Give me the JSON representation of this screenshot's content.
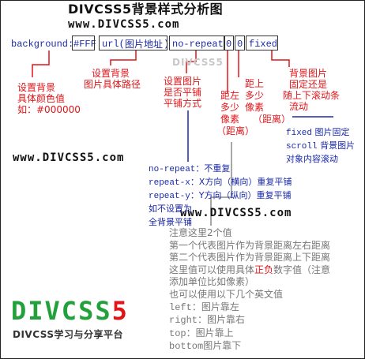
{
  "diagram": {
    "title": "DIVCSS5背景样式分析图",
    "watermark": "www.DIVCSS5.com",
    "watermark_faint": "DIVCSS5",
    "code": {
      "prop": "background:",
      "color": "#FFF",
      "url_a": "url(",
      "url_b": "图片地址",
      "url_c": ")",
      "repeat": "no-repeat",
      "pos_x": "0",
      "pos_y": "0",
      "attach": "fixed"
    },
    "annotations": {
      "color_label": [
        "设置背景",
        "具体颜色值",
        "如：#000000"
      ],
      "url_label": [
        "设置背景",
        "图片具体路径"
      ],
      "repeat_label": [
        "设置图片",
        "是否平铺",
        "平铺方式"
      ],
      "posx_label": [
        "距左",
        "多少",
        "像素",
        "（距离）"
      ],
      "posy_label": [
        "距上",
        "多少",
        "像素",
        "（距离）"
      ],
      "attach_label": [
        "背景图片",
        "固定还是",
        "随上下滚动条",
        "流动"
      ]
    },
    "attach_notes": [
      {
        "kw": "fixed",
        "text": " 图片固定"
      },
      {
        "kw": "scroll",
        "text": " 背景图片"
      },
      {
        "kw": "",
        "text": "对象内容滚动"
      }
    ],
    "repeat_notes": [
      {
        "kw": "no-repeat",
        "text": "：不重复"
      },
      {
        "kw": "repeat-x",
        "text": "：X方向（横向）重复平铺"
      },
      {
        "kw": "repeat-y",
        "text": "：Y方向（纵向）重复平铺"
      },
      {
        "kw": "",
        "text": "如不设置为"
      },
      {
        "kw": "",
        "text": "全背景平铺"
      }
    ],
    "position_notes": [
      {
        "text": "注意这里2个值"
      },
      {
        "text": "第一个代表图片作为背景距离左右距离"
      },
      {
        "text": "第二个代表图片作为背景距离上下距离"
      },
      {
        "pre": "这里值可以使用具体",
        "hl": "正负",
        "post": "数字值（注意"
      },
      {
        "text": "添加单位比如像素）"
      },
      {
        "text": "也可以使用以下几个英文值"
      },
      {
        "kw": "left",
        "text": "：图片靠左"
      },
      {
        "kw": "right",
        "text": "：图片靠右"
      },
      {
        "kw": "top",
        "text": "：图片靠上"
      },
      {
        "kw": "bottom",
        "text": "图片靠下"
      }
    ],
    "logo": {
      "main": "DIVCSS",
      "accent": "5",
      "subtitle": "DIVCSS学习与分享平台"
    },
    "colors": {
      "red": "#e0151a",
      "blue": "#1a2aa8",
      "gray": "#777777",
      "green": "#22a13a"
    }
  }
}
